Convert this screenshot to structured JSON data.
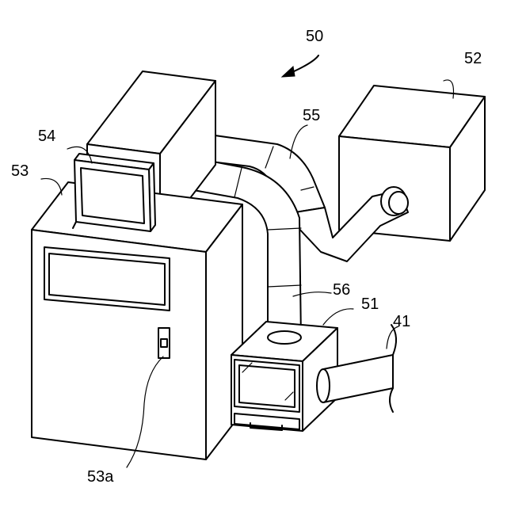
{
  "labels": {
    "system": "50",
    "device_51": "51",
    "device_52": "52",
    "device_53": "53",
    "device_53a": "53a",
    "device_54": "54",
    "device_55": "55",
    "device_56": "56",
    "device_41": "41"
  }
}
